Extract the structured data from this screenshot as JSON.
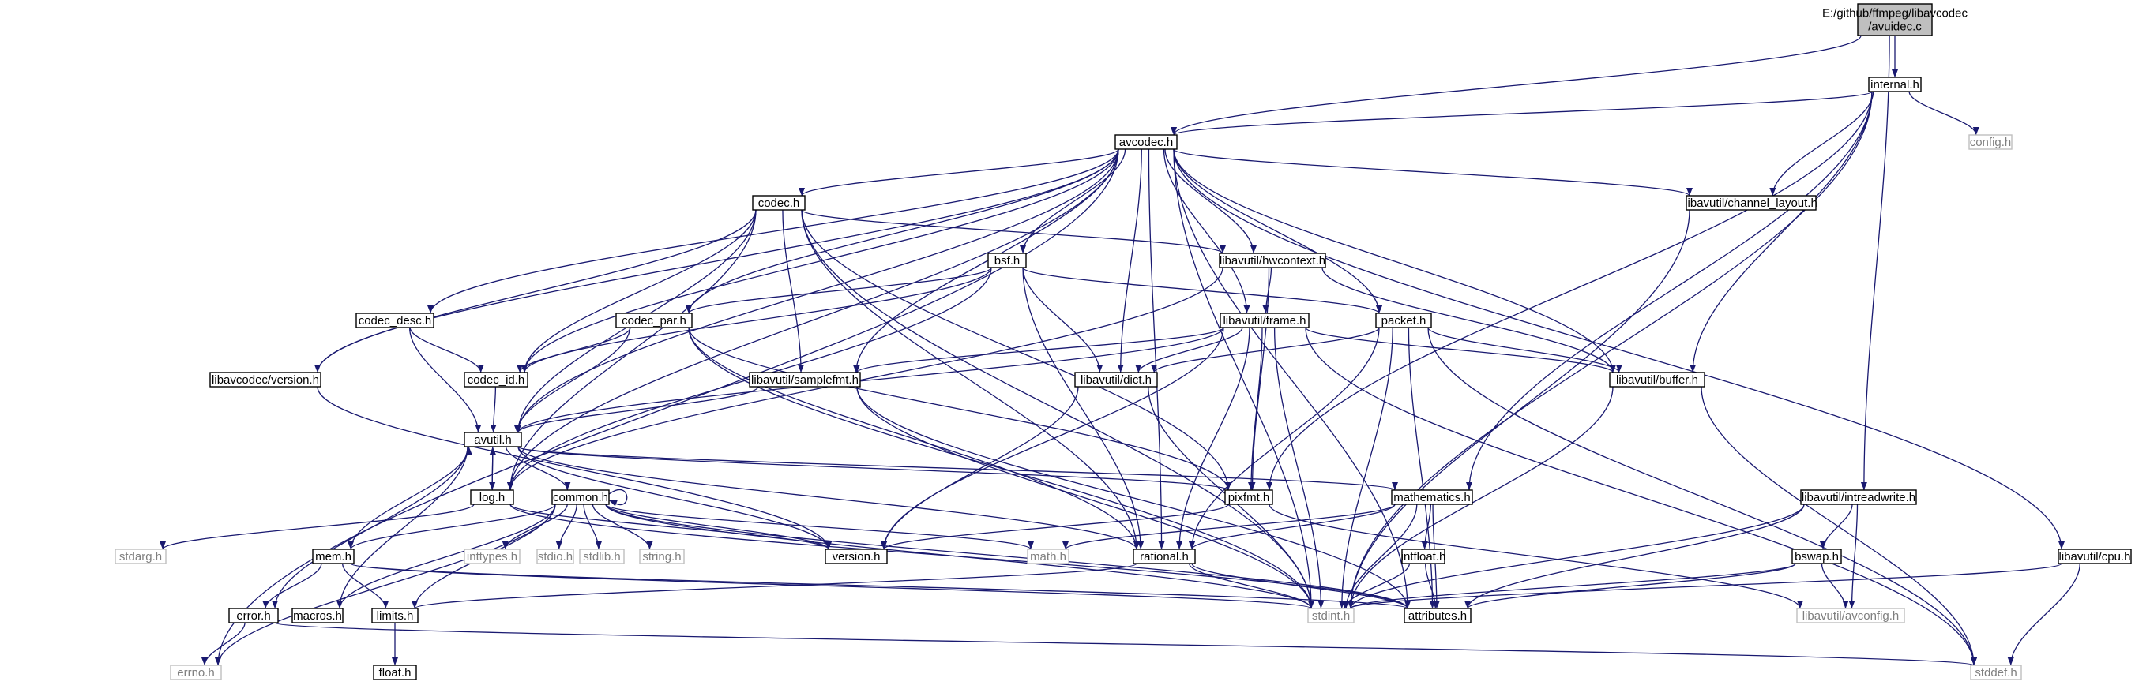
{
  "nodes": [
    {
      "id": "root",
      "lines": [
        "E:/github/ffmpeg/libavcodec",
        "/avuidec.c"
      ],
      "kind": "main"
    },
    {
      "id": "internal",
      "lines": [
        "internal.h"
      ],
      "kind": "normal"
    },
    {
      "id": "config",
      "lines": [
        "config.h"
      ],
      "kind": "system"
    },
    {
      "id": "avcodec",
      "lines": [
        "avcodec.h"
      ],
      "kind": "normal"
    },
    {
      "id": "codec",
      "lines": [
        "codec.h"
      ],
      "kind": "normal"
    },
    {
      "id": "chlayout",
      "lines": [
        "libavutil/channel_layout.h"
      ],
      "kind": "normal"
    },
    {
      "id": "bsf",
      "lines": [
        "bsf.h"
      ],
      "kind": "normal"
    },
    {
      "id": "hwcontext",
      "lines": [
        "libavutil/hwcontext.h"
      ],
      "kind": "normal"
    },
    {
      "id": "codec_desc",
      "lines": [
        "codec_desc.h"
      ],
      "kind": "normal"
    },
    {
      "id": "codec_par",
      "lines": [
        "codec_par.h"
      ],
      "kind": "normal"
    },
    {
      "id": "frame",
      "lines": [
        "libavutil/frame.h"
      ],
      "kind": "normal"
    },
    {
      "id": "packet",
      "lines": [
        "packet.h"
      ],
      "kind": "normal"
    },
    {
      "id": "lav_version",
      "lines": [
        "libavcodec/version.h"
      ],
      "kind": "normal"
    },
    {
      "id": "codec_id",
      "lines": [
        "codec_id.h"
      ],
      "kind": "normal"
    },
    {
      "id": "samplefmt",
      "lines": [
        "libavutil/samplefmt.h"
      ],
      "kind": "normal"
    },
    {
      "id": "dict",
      "lines": [
        "libavutil/dict.h"
      ],
      "kind": "normal"
    },
    {
      "id": "buffer",
      "lines": [
        "libavutil/buffer.h"
      ],
      "kind": "normal"
    },
    {
      "id": "avutil",
      "lines": [
        "avutil.h"
      ],
      "kind": "normal"
    },
    {
      "id": "log",
      "lines": [
        "log.h"
      ],
      "kind": "normal"
    },
    {
      "id": "common",
      "lines": [
        "common.h"
      ],
      "kind": "normal"
    },
    {
      "id": "pixfmt",
      "lines": [
        "pixfmt.h"
      ],
      "kind": "normal"
    },
    {
      "id": "mathematics",
      "lines": [
        "mathematics.h"
      ],
      "kind": "normal"
    },
    {
      "id": "intreadwrite",
      "lines": [
        "libavutil/intreadwrite.h"
      ],
      "kind": "normal"
    },
    {
      "id": "stdarg",
      "lines": [
        "stdarg.h"
      ],
      "kind": "system"
    },
    {
      "id": "mem",
      "lines": [
        "mem.h"
      ],
      "kind": "normal"
    },
    {
      "id": "inttypes",
      "lines": [
        "inttypes.h"
      ],
      "kind": "system"
    },
    {
      "id": "stdio",
      "lines": [
        "stdio.h"
      ],
      "kind": "system"
    },
    {
      "id": "stdlib",
      "lines": [
        "stdlib.h"
      ],
      "kind": "system"
    },
    {
      "id": "string",
      "lines": [
        "string.h"
      ],
      "kind": "system"
    },
    {
      "id": "version",
      "lines": [
        "version.h"
      ],
      "kind": "normal"
    },
    {
      "id": "math",
      "lines": [
        "math.h"
      ],
      "kind": "system"
    },
    {
      "id": "rational",
      "lines": [
        "rational.h"
      ],
      "kind": "normal"
    },
    {
      "id": "intfloat",
      "lines": [
        "intfloat.h"
      ],
      "kind": "normal"
    },
    {
      "id": "bswap",
      "lines": [
        "bswap.h"
      ],
      "kind": "normal"
    },
    {
      "id": "cpu",
      "lines": [
        "libavutil/cpu.h"
      ],
      "kind": "normal"
    },
    {
      "id": "error",
      "lines": [
        "error.h"
      ],
      "kind": "normal"
    },
    {
      "id": "macros",
      "lines": [
        "macros.h"
      ],
      "kind": "normal"
    },
    {
      "id": "limits",
      "lines": [
        "limits.h"
      ],
      "kind": "normal"
    },
    {
      "id": "stdint",
      "lines": [
        "stdint.h"
      ],
      "kind": "system"
    },
    {
      "id": "attributes",
      "lines": [
        "attributes.h"
      ],
      "kind": "normal"
    },
    {
      "id": "avconfig",
      "lines": [
        "libavutil/avconfig.h"
      ],
      "kind": "system"
    },
    {
      "id": "float",
      "lines": [
        "float.h"
      ],
      "kind": "normal"
    },
    {
      "id": "errno",
      "lines": [
        "errno.h"
      ],
      "kind": "system"
    },
    {
      "id": "stddef",
      "lines": [
        "stddef.h"
      ],
      "kind": "system"
    }
  ],
  "edges": [
    [
      "root",
      "avcodec"
    ],
    [
      "root",
      "internal"
    ],
    [
      "root",
      "intreadwrite"
    ],
    [
      "internal",
      "avcodec"
    ],
    [
      "internal",
      "config"
    ],
    [
      "internal",
      "chlayout"
    ],
    [
      "internal",
      "buffer"
    ],
    [
      "internal",
      "pixfmt"
    ],
    [
      "internal",
      "mathematics"
    ],
    [
      "internal",
      "stdint"
    ],
    [
      "avcodec",
      "errno"
    ],
    [
      "avcodec",
      "lav_version"
    ],
    [
      "avcodec",
      "codec_id"
    ],
    [
      "avcodec",
      "avutil"
    ],
    [
      "avcodec",
      "log"
    ],
    [
      "avcodec",
      "codec_desc"
    ],
    [
      "avcodec",
      "codec_par"
    ],
    [
      "avcodec",
      "codec"
    ],
    [
      "avcodec",
      "samplefmt"
    ],
    [
      "avcodec",
      "bsf"
    ],
    [
      "avcodec",
      "dict"
    ],
    [
      "avcodec",
      "hwcontext"
    ],
    [
      "avcodec",
      "frame"
    ],
    [
      "avcodec",
      "packet"
    ],
    [
      "avcodec",
      "chlayout"
    ],
    [
      "avcodec",
      "buffer"
    ],
    [
      "avcodec",
      "rational"
    ],
    [
      "avcodec",
      "attributes"
    ],
    [
      "avcodec",
      "stdint"
    ],
    [
      "avcodec",
      "cpu"
    ],
    [
      "codec",
      "lav_version"
    ],
    [
      "codec",
      "codec_id"
    ],
    [
      "codec",
      "avutil"
    ],
    [
      "codec",
      "log"
    ],
    [
      "codec",
      "samplefmt"
    ],
    [
      "codec",
      "hwcontext"
    ],
    [
      "codec",
      "pixfmt"
    ],
    [
      "codec",
      "rational"
    ],
    [
      "codec",
      "stdint"
    ],
    [
      "bsf",
      "codec_par"
    ],
    [
      "bsf",
      "codec_id"
    ],
    [
      "bsf",
      "dict"
    ],
    [
      "bsf",
      "log"
    ],
    [
      "bsf",
      "packet"
    ],
    [
      "bsf",
      "rational"
    ],
    [
      "hwcontext",
      "frame"
    ],
    [
      "hwcontext",
      "buffer"
    ],
    [
      "hwcontext",
      "pixfmt"
    ],
    [
      "hwcontext",
      "log"
    ],
    [
      "codec_desc",
      "codec_id"
    ],
    [
      "codec_desc",
      "avutil"
    ],
    [
      "codec_par",
      "codec_id"
    ],
    [
      "codec_par",
      "avutil"
    ],
    [
      "codec_par",
      "pixfmt"
    ],
    [
      "codec_par",
      "rational"
    ],
    [
      "codec_par",
      "stdint"
    ],
    [
      "frame",
      "avutil"
    ],
    [
      "frame",
      "buffer"
    ],
    [
      "frame",
      "dict"
    ],
    [
      "frame",
      "rational"
    ],
    [
      "frame",
      "samplefmt"
    ],
    [
      "frame",
      "pixfmt"
    ],
    [
      "frame",
      "version"
    ],
    [
      "frame",
      "stdint"
    ],
    [
      "frame",
      "stddef"
    ],
    [
      "packet",
      "buffer"
    ],
    [
      "packet",
      "dict"
    ],
    [
      "packet",
      "rational"
    ],
    [
      "packet",
      "attributes"
    ],
    [
      "packet",
      "stdint"
    ],
    [
      "packet",
      "stddef"
    ],
    [
      "lav_version",
      "version"
    ],
    [
      "codec_id",
      "avutil"
    ],
    [
      "samplefmt",
      "avutil"
    ],
    [
      "samplefmt",
      "attributes"
    ],
    [
      "samplefmt",
      "stdint"
    ],
    [
      "dict",
      "stdint"
    ],
    [
      "dict",
      "version"
    ],
    [
      "buffer",
      "stdint"
    ],
    [
      "buffer",
      "stddef"
    ],
    [
      "chlayout",
      "stdint"
    ],
    [
      "avutil",
      "common"
    ],
    [
      "avutil",
      "error"
    ],
    [
      "avutil",
      "version"
    ],
    [
      "avutil",
      "macros"
    ],
    [
      "avutil",
      "mathematics"
    ],
    [
      "avutil",
      "rational"
    ],
    [
      "avutil",
      "log"
    ],
    [
      "avutil",
      "pixfmt"
    ],
    [
      "log",
      "stdarg"
    ],
    [
      "log",
      "avutil"
    ],
    [
      "log",
      "attributes"
    ],
    [
      "log",
      "version"
    ],
    [
      "common",
      "errno"
    ],
    [
      "common",
      "inttypes"
    ],
    [
      "common",
      "limits"
    ],
    [
      "common",
      "math"
    ],
    [
      "common",
      "stdint"
    ],
    [
      "common",
      "stdio"
    ],
    [
      "common",
      "stdlib"
    ],
    [
      "common",
      "string"
    ],
    [
      "common",
      "attributes"
    ],
    [
      "common",
      "macros"
    ],
    [
      "common",
      "version"
    ],
    [
      "common",
      "mem"
    ],
    [
      "common",
      "common"
    ],
    [
      "mem",
      "limits"
    ],
    [
      "mem",
      "stdint"
    ],
    [
      "mem",
      "attributes"
    ],
    [
      "mem",
      "error"
    ],
    [
      "mem",
      "avutil"
    ],
    [
      "pixfmt",
      "version"
    ],
    [
      "pixfmt",
      "avconfig"
    ],
    [
      "mathematics",
      "stdint"
    ],
    [
      "mathematics",
      "math"
    ],
    [
      "mathematics",
      "attributes"
    ],
    [
      "mathematics",
      "rational"
    ],
    [
      "mathematics",
      "intfloat"
    ],
    [
      "intfloat",
      "stdint"
    ],
    [
      "intfloat",
      "attributes"
    ],
    [
      "rational",
      "stdint"
    ],
    [
      "rational",
      "limits"
    ],
    [
      "rational",
      "attributes"
    ],
    [
      "intreadwrite",
      "stdint"
    ],
    [
      "intreadwrite",
      "avconfig"
    ],
    [
      "intreadwrite",
      "attributes"
    ],
    [
      "intreadwrite",
      "bswap"
    ],
    [
      "bswap",
      "stdint"
    ],
    [
      "bswap",
      "avconfig"
    ],
    [
      "bswap",
      "attributes"
    ],
    [
      "cpu",
      "stdint"
    ],
    [
      "cpu",
      "stddef"
    ],
    [
      "error",
      "errno"
    ],
    [
      "error",
      "stddef"
    ],
    [
      "limits",
      "float"
    ]
  ]
}
